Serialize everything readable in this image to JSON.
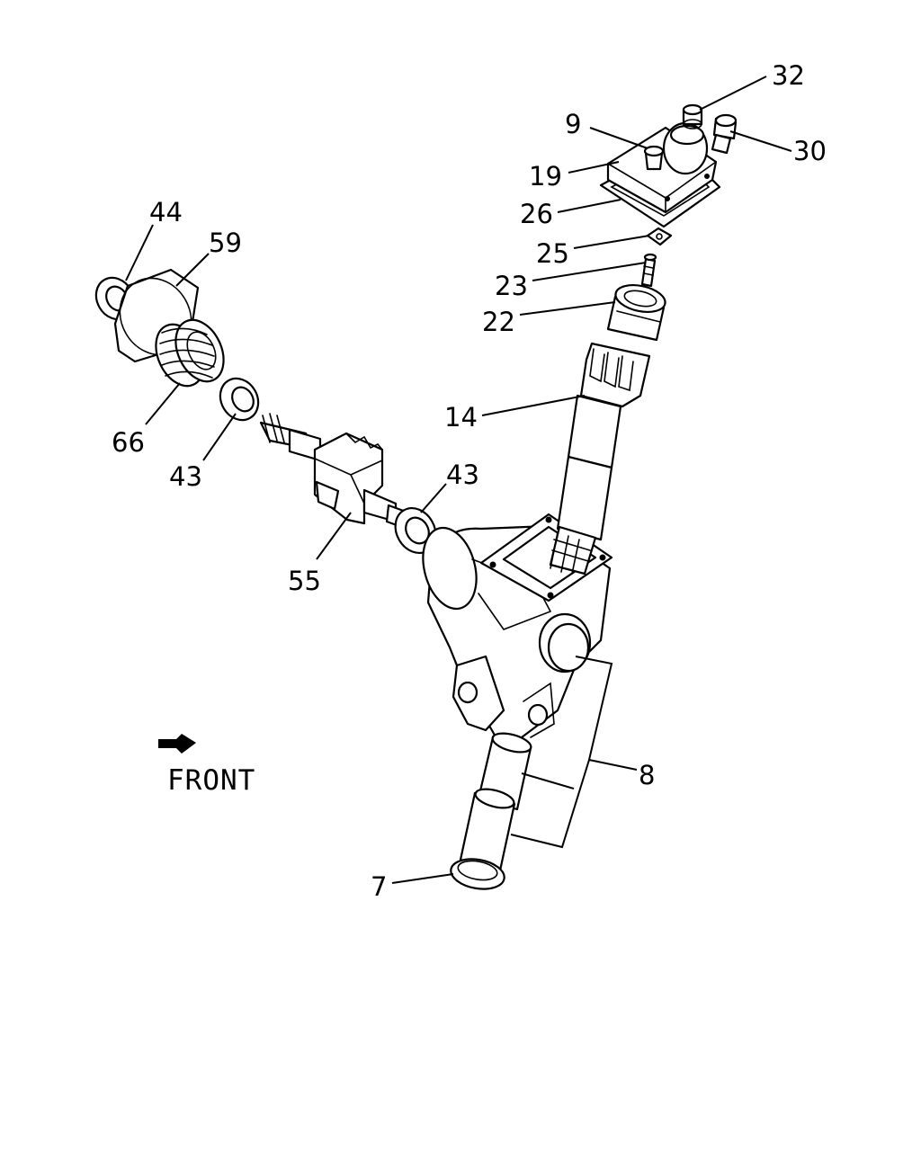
{
  "callouts": [
    "32",
    "9",
    "30",
    "19",
    "26",
    "25",
    "23",
    "22",
    "14",
    "44",
    "59",
    "66",
    "43",
    "43",
    "55",
    "8",
    "7"
  ],
  "direction_label": "FRONT",
  "line_color": "#000000",
  "background_color": "#ffffff"
}
